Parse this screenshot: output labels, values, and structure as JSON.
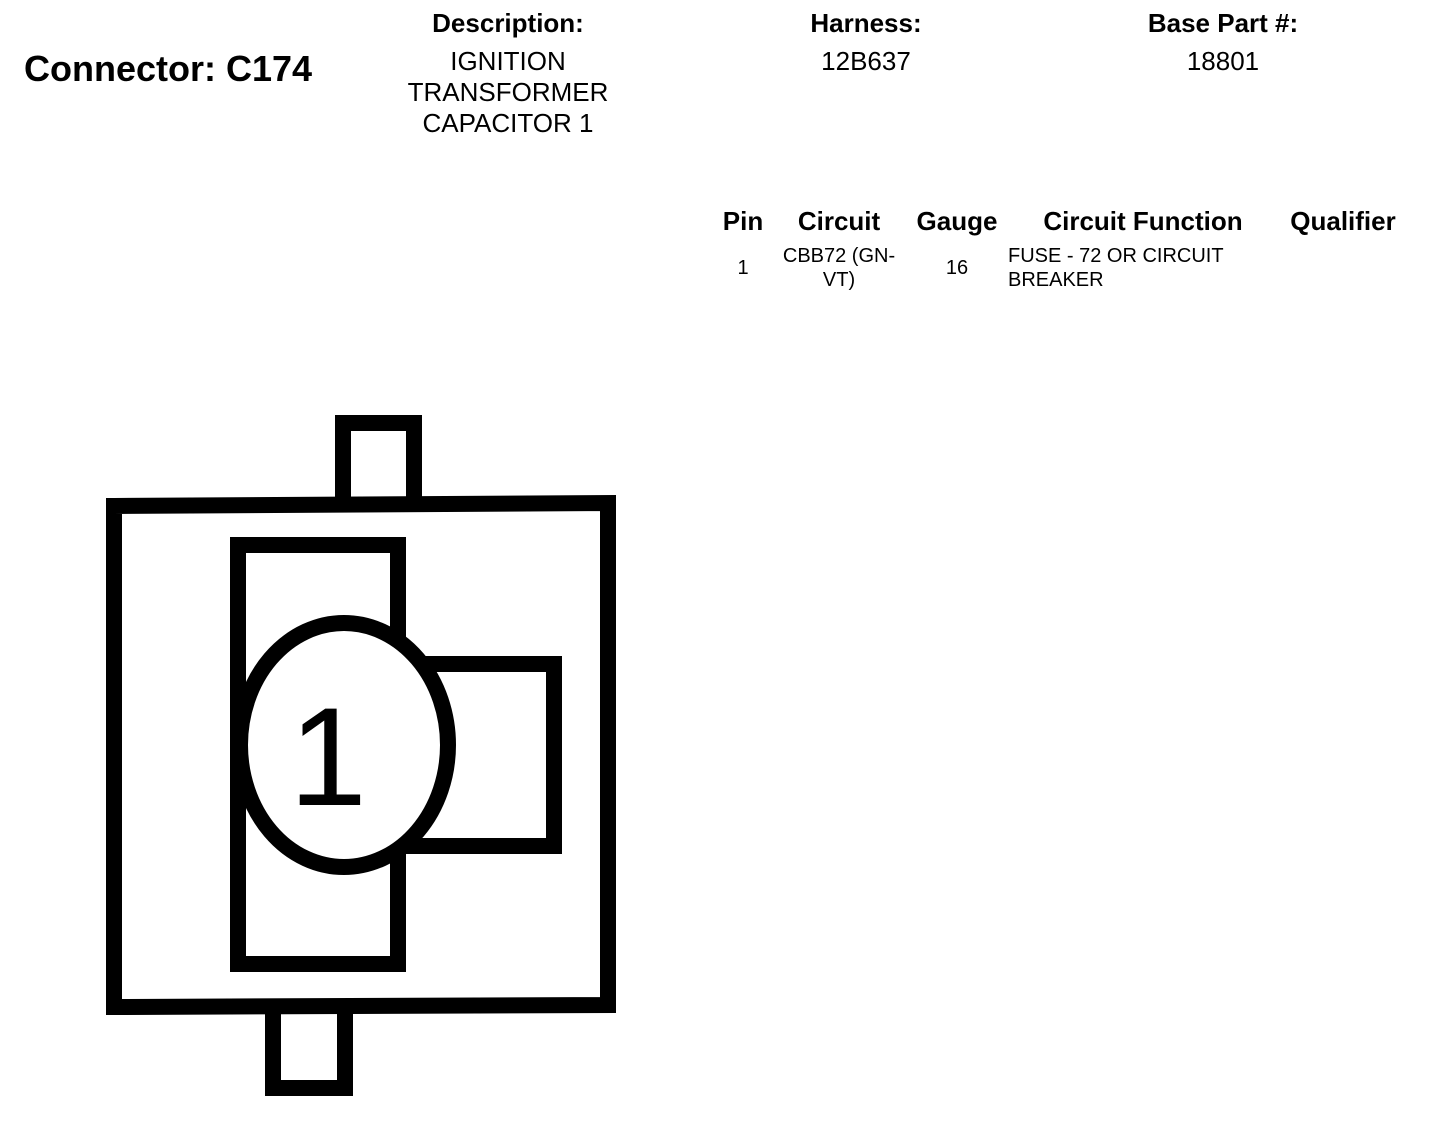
{
  "connector": {
    "title": "Connector: C174"
  },
  "header": {
    "description_label": "Description:",
    "description_lines": [
      "IGNITION",
      "TRANSFORMER",
      "CAPACITOR 1"
    ],
    "harness_label": "Harness:",
    "harness_value": "12B637",
    "base_part_label": "Base Part #:",
    "base_part_value": "18801"
  },
  "pin_table": {
    "columns": [
      "Pin",
      "Circuit",
      "Gauge",
      "Circuit Function",
      "Qualifier"
    ],
    "rows": [
      {
        "pin": "1",
        "circuit": "CBB72 (GN-VT)",
        "gauge": "16",
        "circuit_function": "FUSE - 72 OR CIRCUIT BREAKER",
        "qualifier": ""
      }
    ]
  },
  "diagram": {
    "pin_label": "1"
  },
  "colors": {
    "stroke": "#000000",
    "background": "#ffffff"
  }
}
